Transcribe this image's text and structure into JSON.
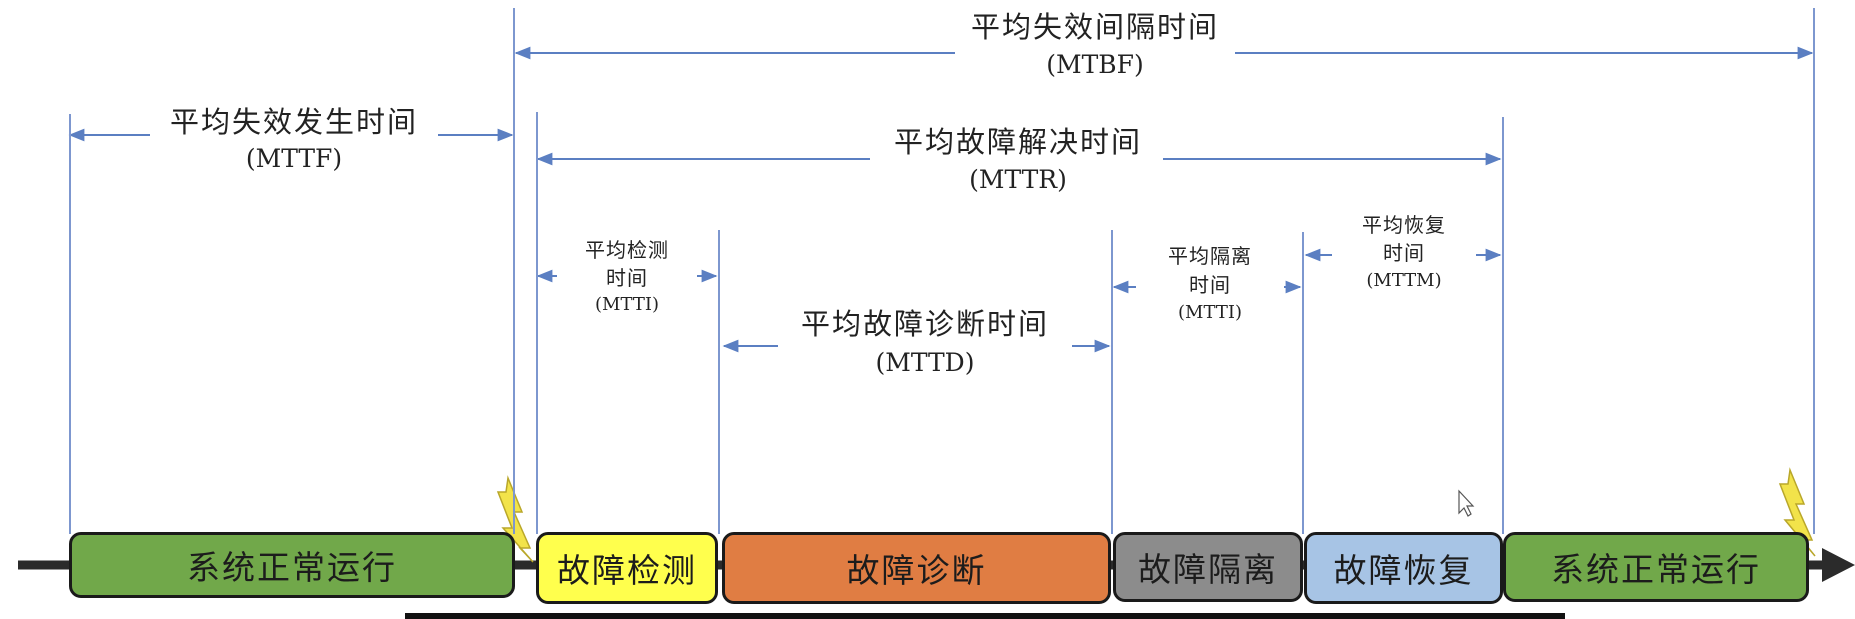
{
  "colors": {
    "axis": "#2b2b2b",
    "guide": "#7d97cf",
    "arrow": "#5b7fc2",
    "normal": "#71a84a",
    "detect": "#ffff4d",
    "diagnose": "#e07d43",
    "isolate": "#8c8c8c",
    "recover": "#a7c4e5",
    "lightning": "#f2e34a"
  },
  "icons": [
    "failure-lightning-icon",
    "timeline-arrowhead-icon",
    "mouse-cursor-icon"
  ],
  "spans": {
    "mtbf": {
      "label": "平均失效间隔时间",
      "abbr": "(MTBF)"
    },
    "mttf": {
      "label": "平均失效发生时间",
      "abbr": "(MTTF)"
    },
    "mttr": {
      "label": "平均故障解决时间",
      "abbr": "(MTTR)"
    },
    "mtti_detect": {
      "label1": "平均检测",
      "label2": "时间",
      "abbr": "(MTTI)"
    },
    "mttd": {
      "label": "平均故障诊断时间",
      "abbr": "(MTTD)"
    },
    "mtti_isolate": {
      "label1": "平均隔离",
      "label2": "时间",
      "abbr": "(MTTI)"
    },
    "mttm": {
      "label1": "平均恢复",
      "label2": "时间",
      "abbr": "(MTTM)"
    }
  },
  "phases": {
    "normal_1": "系统正常运行",
    "detect": "故障检测",
    "diagnose": "故障诊断",
    "isolate": "故障隔离",
    "recover": "故障恢复",
    "normal_2": "系统正常运行"
  }
}
